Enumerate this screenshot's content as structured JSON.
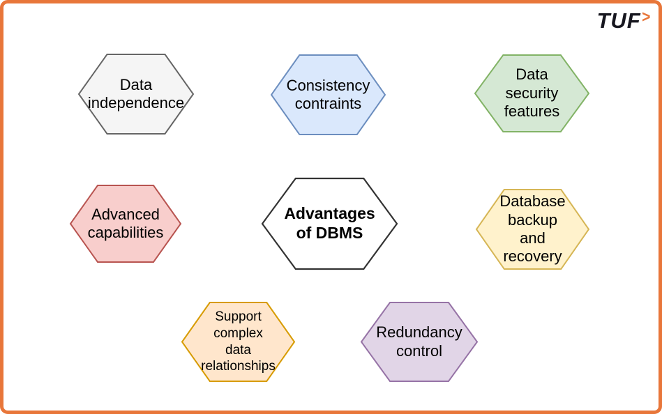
{
  "brand": {
    "logo_text": "TUF",
    "logo_arrow": ">",
    "logo_color": "#17171f",
    "accent_color": "#e8763a"
  },
  "canvas": {
    "background": "#ffffff",
    "border_color": "#e8763a"
  },
  "diagram": {
    "title": "Advantages of DBMS",
    "hexagons": [
      {
        "id": "data-independence",
        "label": "Data\nindependence",
        "fill": "#f5f5f5",
        "stroke": "#666666"
      },
      {
        "id": "consistency-constraints",
        "label": "Consistency\ncontraints",
        "fill": "#dae8fc",
        "stroke": "#6c8ebf"
      },
      {
        "id": "data-security-features",
        "label": "Data\nsecurity\nfeatures",
        "fill": "#d5e8d4",
        "stroke": "#82b366"
      },
      {
        "id": "advanced-capabilities",
        "label": "Advanced\ncapabilities",
        "fill": "#f8cecc",
        "stroke": "#b85450"
      },
      {
        "id": "advantages-of-dbms",
        "label": "Advantages\nof DBMS",
        "fill": "#ffffff",
        "stroke": "#333333"
      },
      {
        "id": "database-backup-and-recovery",
        "label": "Database\nbackup\nand\nrecovery",
        "fill": "#fff2cc",
        "stroke": "#d6b656"
      },
      {
        "id": "support-complex-data-relationships",
        "label": "Support\ncomplex\ndata\nrelationships",
        "fill": "#ffe6cc",
        "stroke": "#d79b00"
      },
      {
        "id": "redundancy-control",
        "label": "Redundancy\ncontrol",
        "fill": "#e1d5e7",
        "stroke": "#9673a6"
      }
    ]
  }
}
